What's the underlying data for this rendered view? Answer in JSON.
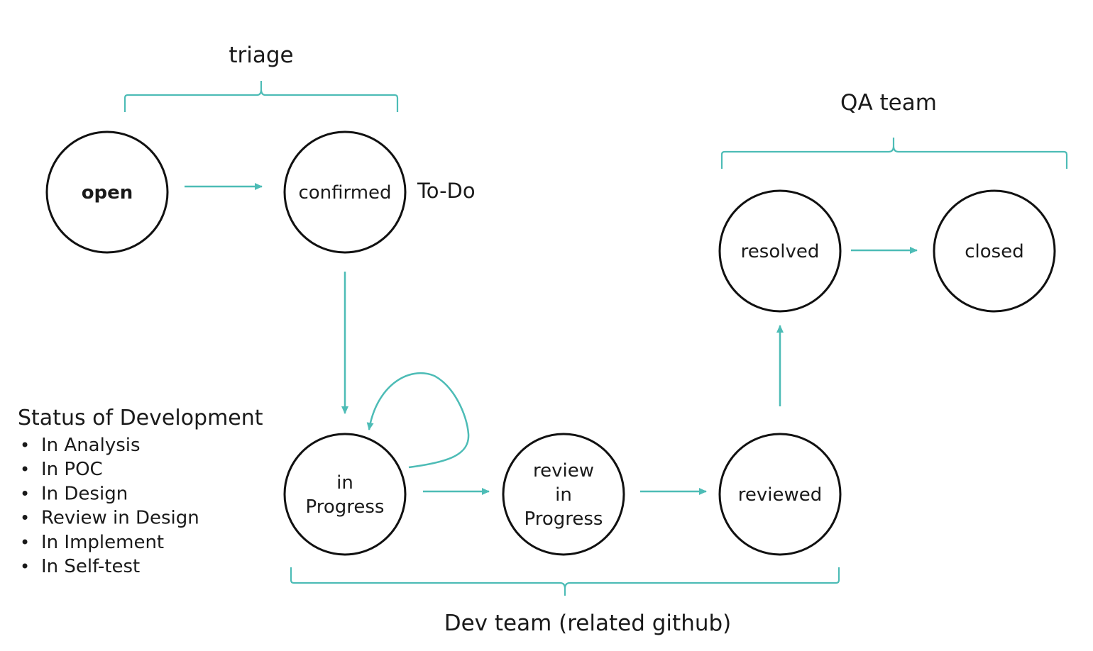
{
  "colors": {
    "accent": "#4dbcb6",
    "stroke": "#111111",
    "text": "#1a1a1a"
  },
  "groups": {
    "triage": "triage",
    "qa_team": "QA team",
    "dev_team": "Dev team (related github)"
  },
  "nodes": {
    "open": [
      "open"
    ],
    "confirmed": [
      "confirmed"
    ],
    "in_progress": [
      "in",
      "Progress"
    ],
    "review_in_progress": [
      "review",
      "in",
      "Progress"
    ],
    "reviewed": [
      "reviewed"
    ],
    "resolved": [
      "resolved"
    ],
    "closed": [
      "closed"
    ]
  },
  "todo_label": "To-Do",
  "status_of_development": {
    "title": "Status of Development",
    "bullet": "•",
    "items": [
      "In Analysis",
      "In POC",
      "In Design",
      "Review in Design",
      "In Implement",
      "In Self-test"
    ]
  }
}
